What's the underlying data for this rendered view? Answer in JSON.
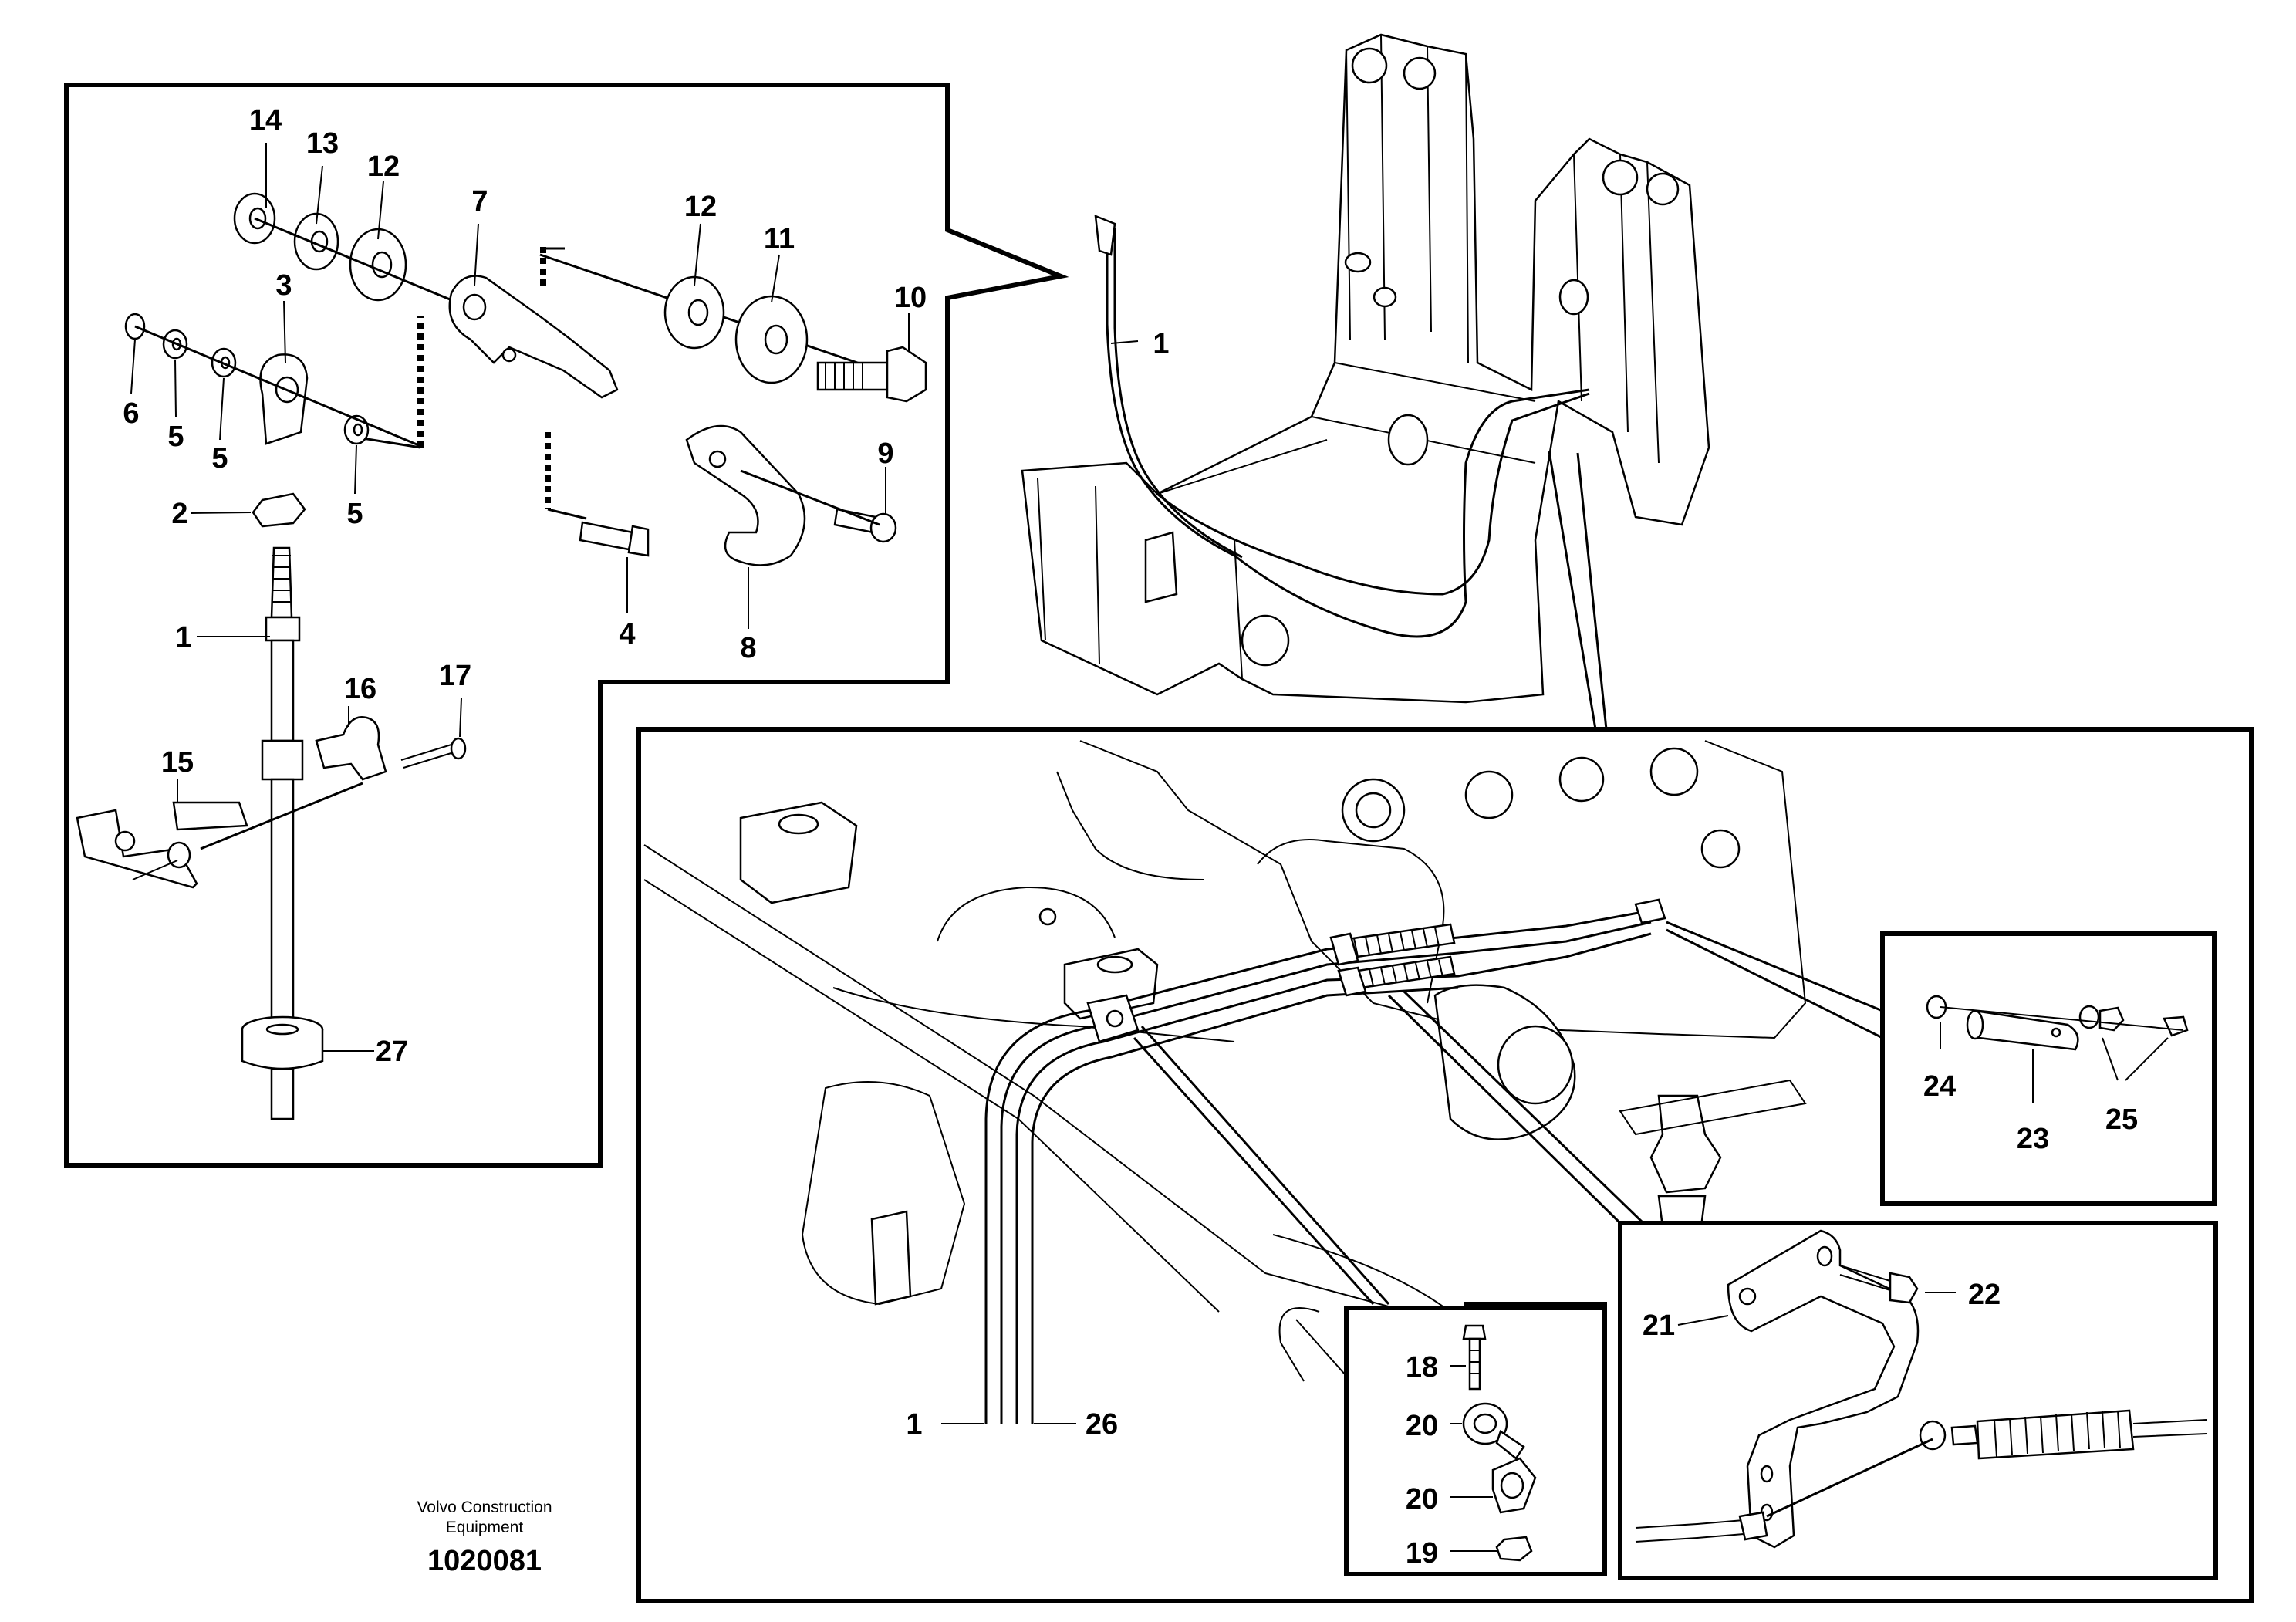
{
  "callouts": {
    "c1": "1",
    "c2": "2",
    "c3": "3",
    "c4": "4",
    "c5a": "5",
    "c5b": "5",
    "c5c": "5",
    "c6": "6",
    "c7": "7",
    "c8": "8",
    "c9": "9",
    "c10": "10",
    "c11": "11",
    "c12a": "12",
    "c12b": "12",
    "c13": "13",
    "c14": "14",
    "c15": "15",
    "c16": "16",
    "c17": "17",
    "c27": "27",
    "m1": "1",
    "d1": "1",
    "d26": "26",
    "e18": "18",
    "e20a": "20",
    "e20b": "20",
    "e19": "19",
    "f21": "21",
    "f22": "22",
    "g23": "23",
    "g24": "24",
    "g25": "25"
  },
  "caption": {
    "line1": "Volvo Construction",
    "line2": "Equipment",
    "code": "1020081"
  },
  "colors": {
    "ink": "#000000",
    "paper": "#ffffff"
  }
}
